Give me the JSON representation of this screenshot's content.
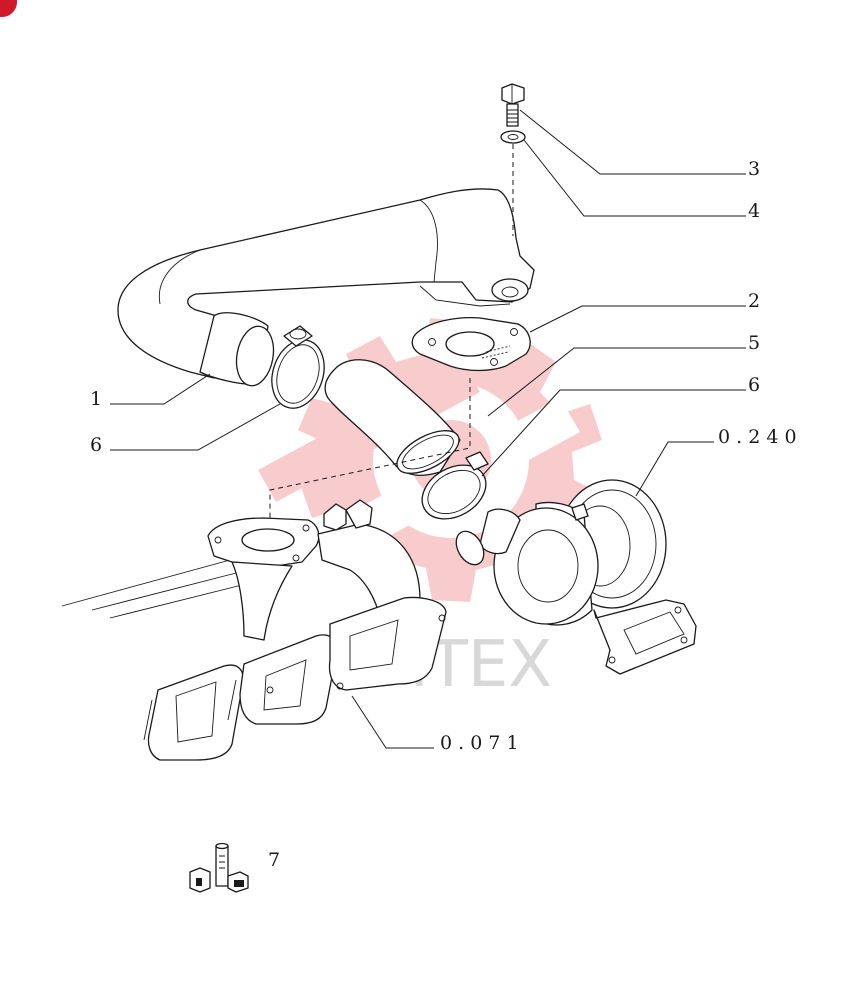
{
  "colors": {
    "line": "#1a1a1a",
    "watermark": "#e8474c",
    "watermark_text": "#c8c8c8",
    "badge": "#d0182a"
  },
  "watermark": {
    "text": "VIHTEX"
  },
  "callouts": {
    "c1": "1",
    "c6a": "6",
    "c3": "3",
    "c4": "4",
    "c2": "2",
    "c5": "5",
    "c6b": "6",
    "ref_turbo": "0 . 2 4 0",
    "ref_manifold": "0 . 0 7 1",
    "c7": "7"
  },
  "icons": [
    "kit-icon"
  ]
}
